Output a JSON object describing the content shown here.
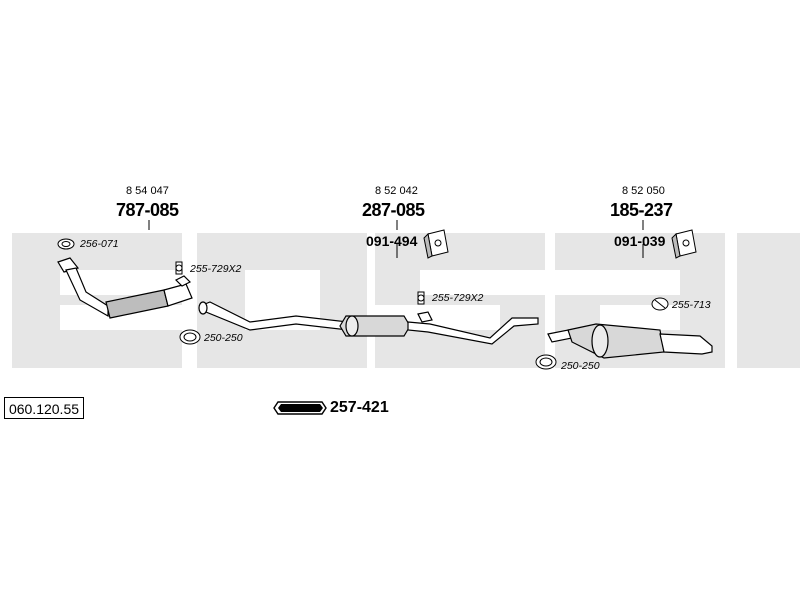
{
  "diagram": {
    "reference_number": "060.120.55",
    "watermark_logo": "bosal",
    "brand_logo": "bosal",
    "kit_number": "257-421",
    "sections": [
      {
        "oem": "8 54 047",
        "part": "787-085"
      },
      {
        "oem": "8 52 042",
        "part": "287-085",
        "bracket": "091-494"
      },
      {
        "oem": "8 52 050",
        "part": "185-237",
        "bracket": "091-039"
      }
    ],
    "fittings": [
      "256-071",
      "255-729X2",
      "250-250",
      "255-729X2",
      "255-713",
      "250-250"
    ],
    "colors": {
      "watermark": "#e6e6e6",
      "line": "#000000",
      "fill": "#d8d8d8"
    }
  }
}
